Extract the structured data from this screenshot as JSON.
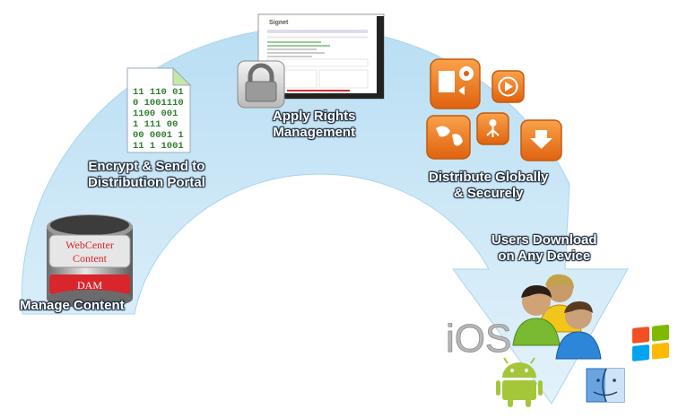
{
  "steps": [
    {
      "id": "manage",
      "lines": [
        "Manage Content"
      ]
    },
    {
      "id": "encrypt",
      "lines": [
        "Encrypt & Send to",
        "Distribution Portal"
      ]
    },
    {
      "id": "rights",
      "lines": [
        "Apply Rights",
        "Management"
      ]
    },
    {
      "id": "distribute",
      "lines": [
        "Distribute Globally",
        "& Securely"
      ]
    },
    {
      "id": "download",
      "lines": [
        "Users Download",
        "on Any Device"
      ]
    }
  ],
  "database": {
    "brand_line1": "WebCenter",
    "brand_line2": "Content",
    "label": "DAM"
  },
  "binary_lines": [
    "11 110 01",
    "0 1001110",
    "1100 001",
    "1 111 00",
    "00 0001 1",
    "11 1 1001"
  ],
  "portal_logo": "Signet",
  "platforms": {
    "ios": "iOS"
  },
  "colors": {
    "arc": "#cfe8f7",
    "arc_edge": "#a9d4ee",
    "orange": "#f07b1e",
    "red": "#d8262c",
    "green": "#a4c639"
  }
}
